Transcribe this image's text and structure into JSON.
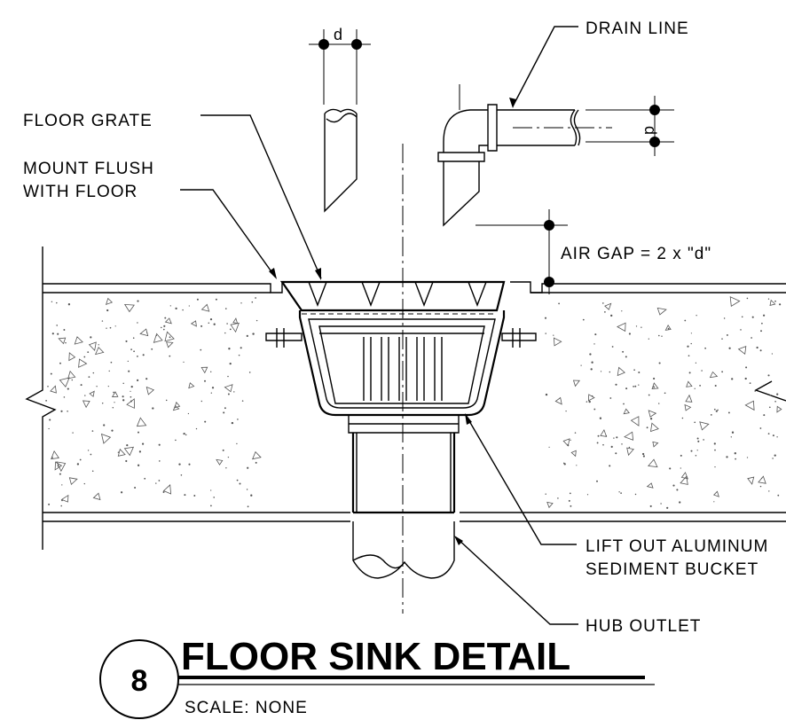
{
  "detail": {
    "number": "8",
    "title": "FLOOR SINK DETAIL",
    "scale": "SCALE:  NONE"
  },
  "labels": {
    "drain_line": "DRAIN  LINE",
    "floor_grate": "FLOOR  GRATE",
    "mount_flush_1": "MOUNT  FLUSH",
    "mount_flush_2": "WITH  FLOOR",
    "air_gap": "AIR  GAP  =  2  x  \"d\"",
    "lift_out_1": "LIFT  OUT  ALUMINUM",
    "lift_out_2": "SEDIMENT  BUCKET",
    "hub_outlet": "HUB  OUTLET",
    "dim_d_top": "d",
    "dim_d_right": "d"
  }
}
